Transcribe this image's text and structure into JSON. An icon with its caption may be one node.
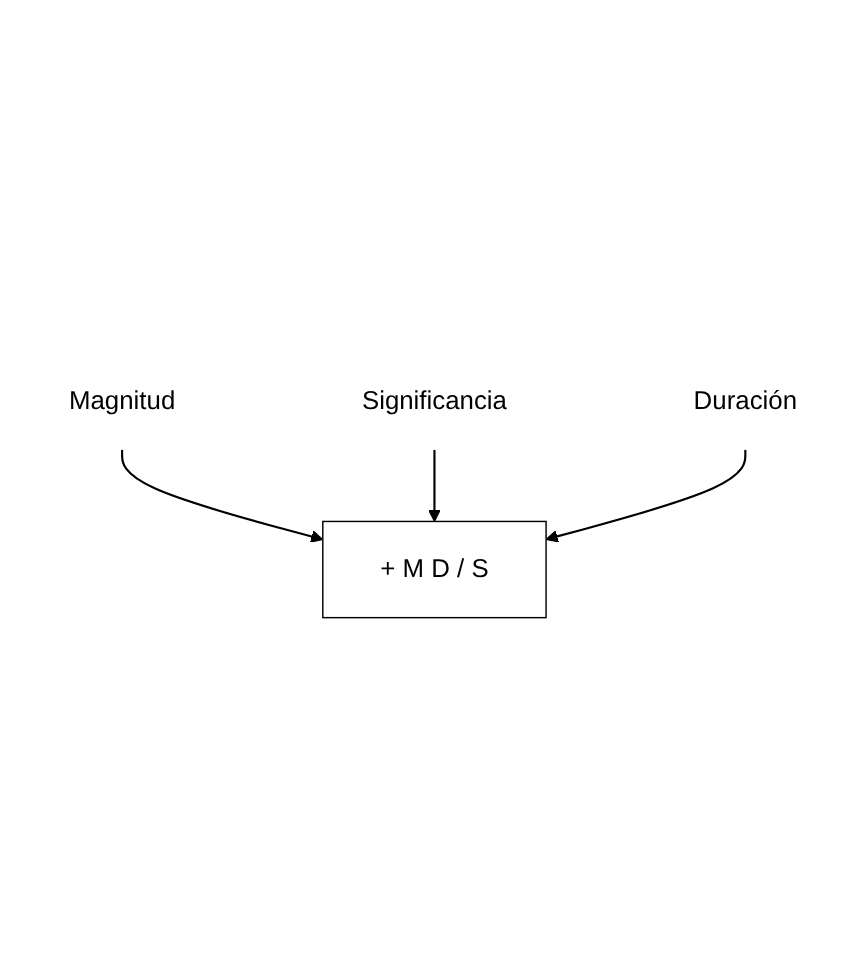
{
  "diagram": {
    "nodes": [
      {
        "text": [
          "Magnitud"
        ]
      },
      {
        "text": [
          "+ M D / S"
        ]
      },
      {
        "text": [
          "Significancia"
        ]
      },
      {
        "text": [
          "Duración"
        ]
      }
    ],
    "edges": [
      {
        "from": 0,
        "to": 1,
        "arrow": "to"
      },
      {
        "from": 2,
        "to": 1,
        "arrow": "to"
      },
      {
        "from": 3,
        "to": 1,
        "arrow": "to"
      }
    ]
  }
}
